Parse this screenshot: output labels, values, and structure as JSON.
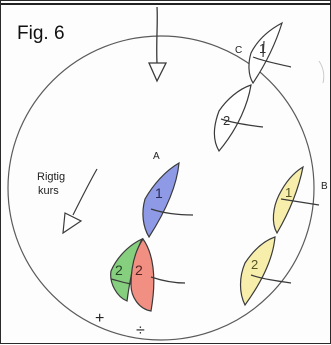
{
  "figure": {
    "label": "Fig. 6",
    "compass_label": "Rigtig kurs",
    "compass_label_lines": [
      "Rigtig",
      "kurs"
    ]
  },
  "boats": [
    {
      "group": "A",
      "number": "1",
      "fill": "#8f9ae6",
      "marker": ""
    },
    {
      "group": "A",
      "number": "2",
      "fill": "#86cf7f",
      "marker": "+"
    },
    {
      "group": "A",
      "number": "2",
      "fill": "#f08f82",
      "marker": "÷"
    },
    {
      "group": "B",
      "number": "1",
      "fill": "#f6eeaa",
      "marker": ""
    },
    {
      "group": "B",
      "number": "2",
      "fill": "#f6eeaa",
      "marker": ""
    },
    {
      "group": "C",
      "number": "1",
      "fill": "#ffffff",
      "marker": ""
    },
    {
      "group": "C",
      "number": "2",
      "fill": "#ffffff",
      "marker": ""
    }
  ],
  "group_labels": {
    "a": "A",
    "b": "B",
    "c": "C"
  },
  "colors": {
    "pencil": "#3a3a3a",
    "circle": "#4a4a4a",
    "blue_boat": "#8f9ae6",
    "green_boat": "#86cf7f",
    "red_boat": "#f08f82",
    "yellow_boat": "#f6eeaa"
  }
}
